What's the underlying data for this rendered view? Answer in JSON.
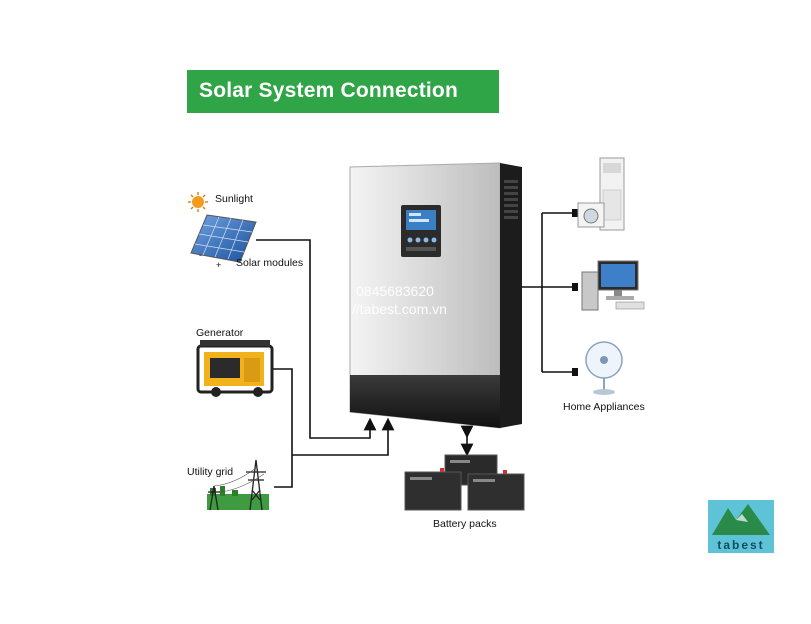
{
  "title": "Solar System Connection",
  "labels": {
    "sunlight": "Sunlight",
    "solar_modules": "Solar modules",
    "generator": "Generator",
    "utility_grid": "Utility grid",
    "home_appliances": "Home Appliances",
    "battery_packs": "Battery packs"
  },
  "watermark": {
    "phone": "0845683620",
    "website": "//tabest.com.vn"
  },
  "logo": {
    "text": "tabest"
  },
  "colors": {
    "banner": "#2fa547",
    "line": "#111111",
    "logo_bg": "#5fc3d7",
    "logo_mountain": "#2a8a4a"
  }
}
